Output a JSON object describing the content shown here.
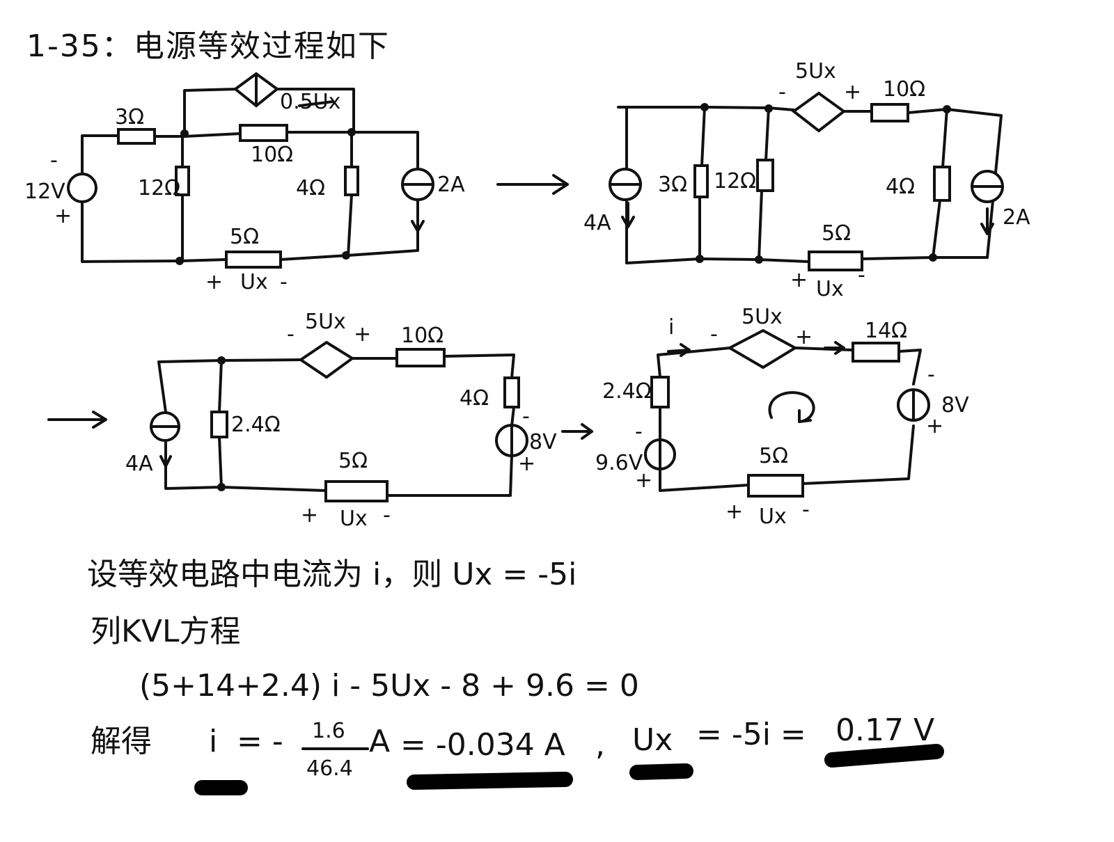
{
  "header": {
    "title": "1-35：电源等效过程如下"
  },
  "circuit1": {
    "r1": "3Ω",
    "r2": "12Ω",
    "r3": "10Ω",
    "r4": "4Ω",
    "r5": "5Ω",
    "vsrc": "12V",
    "isrc": "2A",
    "dep": "0.5Ux",
    "ux": "Ux",
    "plus": "+",
    "minus": "-"
  },
  "circuit2": {
    "r1": "3Ω",
    "r2": "12Ω",
    "r3": "10Ω",
    "r4": "4Ω",
    "r5": "5Ω",
    "isrc1": "4A",
    "isrc2": "2A",
    "dep": "5Ux",
    "ux": "Ux",
    "plus": "+",
    "minus": "-"
  },
  "circuit3": {
    "r1": "2.4Ω",
    "r2": "10Ω",
    "r3": "4Ω",
    "r4": "5Ω",
    "isrc": "4A",
    "vsrc": "8V",
    "dep": "5Ux",
    "ux": "Ux",
    "plus": "+",
    "minus": "-"
  },
  "circuit4": {
    "r1": "2.4Ω",
    "r2": "14Ω",
    "r3": "5Ω",
    "vsrc1": "9.6V",
    "vsrc2": "8V",
    "dep": "5Ux",
    "current": "i",
    "ux": "Ux",
    "plus": "+",
    "minus": "-"
  },
  "solution": {
    "line1": "设等效电路中电流为 i，则 Ux = -5i",
    "line2": "列KVL方程",
    "line3": "(5+14+2.4) i - 5Ux - 8 + 9.6 = 0",
    "line4_prefix": "解得",
    "i_var": "i",
    "eq_part": "= -",
    "frac_num": "1.6",
    "frac_den": "46.4",
    "i_unit": "A",
    "i_answer": "= -0.034 A",
    "comma": ",",
    "ux_var": "Ux",
    "ux_mid": "= -5i =",
    "ux_answer": "0.17 V"
  }
}
